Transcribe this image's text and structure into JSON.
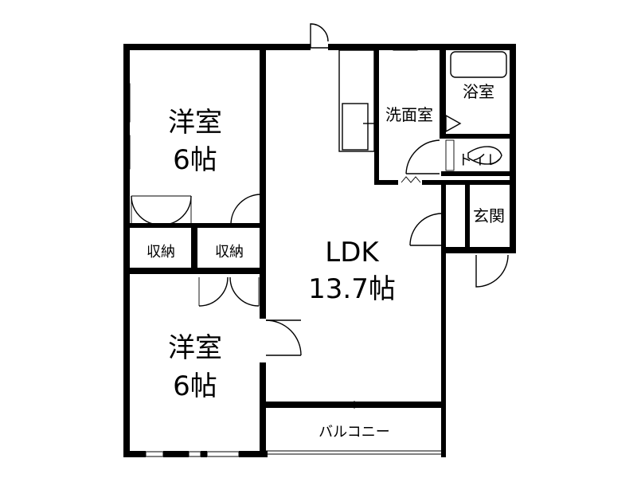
{
  "rooms": {
    "western_top": {
      "name": "洋室",
      "size": "6帖"
    },
    "western_bottom": {
      "name": "洋室",
      "size": "6帖"
    },
    "storage_left": {
      "name": "収納"
    },
    "storage_right": {
      "name": "収納"
    },
    "ldk": {
      "name": "LDK",
      "size": "13.7帖"
    },
    "washroom": {
      "name": "洗面室"
    },
    "bathroom": {
      "name": "浴室"
    },
    "toilet": {
      "name": "トイレ"
    },
    "entrance": {
      "name": "玄関"
    },
    "balcony": {
      "name": "バルコニー"
    }
  },
  "colors": {
    "wall": "#000000",
    "background": "#ffffff"
  }
}
